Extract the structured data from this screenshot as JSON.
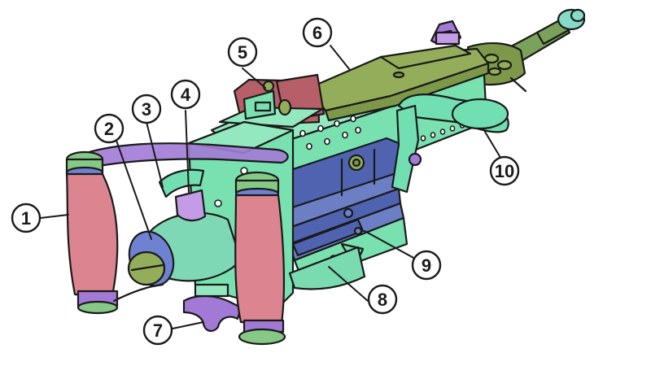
{
  "colors": {
    "outline": "#1a1a1a",
    "receiver": "#79e0b0",
    "receiver_top": "#93e8c0",
    "cover": "#93ad5a",
    "cover_dark": "#7d9848",
    "slide": "#4f63b0",
    "slide_light": "#6c7ec4",
    "grip_pink": "#dc8590",
    "grip_cap": "#86c986",
    "ring_blue": "#6f82d2",
    "lavender": "#a27ad6",
    "lavender_light": "#c49be6",
    "buffer_tube": "#7ed8b5",
    "sight": "#b65f68",
    "barrel": "#7aa25a",
    "muzzle": "#85dbc6",
    "cradle": "#7adab0",
    "handle": "#72dfb2",
    "callout_fill": "#ffffff"
  },
  "callouts": [
    {
      "number": "1",
      "part": "spade-grip-left"
    },
    {
      "number": "2",
      "part": "buffer-tube"
    },
    {
      "number": "3",
      "part": "grip-frame"
    },
    {
      "number": "4",
      "part": "trigger"
    },
    {
      "number": "5",
      "part": "rear-sight"
    },
    {
      "number": "6",
      "part": "feed-cover"
    },
    {
      "number": "7",
      "part": "trigger-safety"
    },
    {
      "number": "8",
      "part": "receiver-side-plate"
    },
    {
      "number": "9",
      "part": "bolt"
    },
    {
      "number": "10",
      "part": "charging-handle"
    }
  ]
}
